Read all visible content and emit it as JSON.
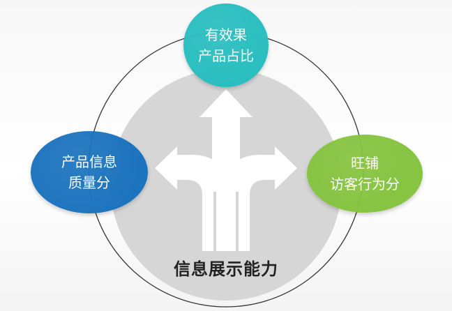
{
  "diagram": {
    "center_label": "信息展示能力",
    "nodes": [
      {
        "id": "top",
        "lines": [
          "有效果",
          "产品占比"
        ],
        "color": "#2bbec0"
      },
      {
        "id": "left",
        "lines": [
          "产品信息",
          "质量分"
        ],
        "color": "#1d74be"
      },
      {
        "id": "right",
        "lines": [
          "旺铺",
          "访客行为分"
        ],
        "color": "#86c441"
      }
    ],
    "center_circle_color": "#d6d6d6",
    "ring_color": "#333333",
    "arrow_color": "#ffffff"
  }
}
